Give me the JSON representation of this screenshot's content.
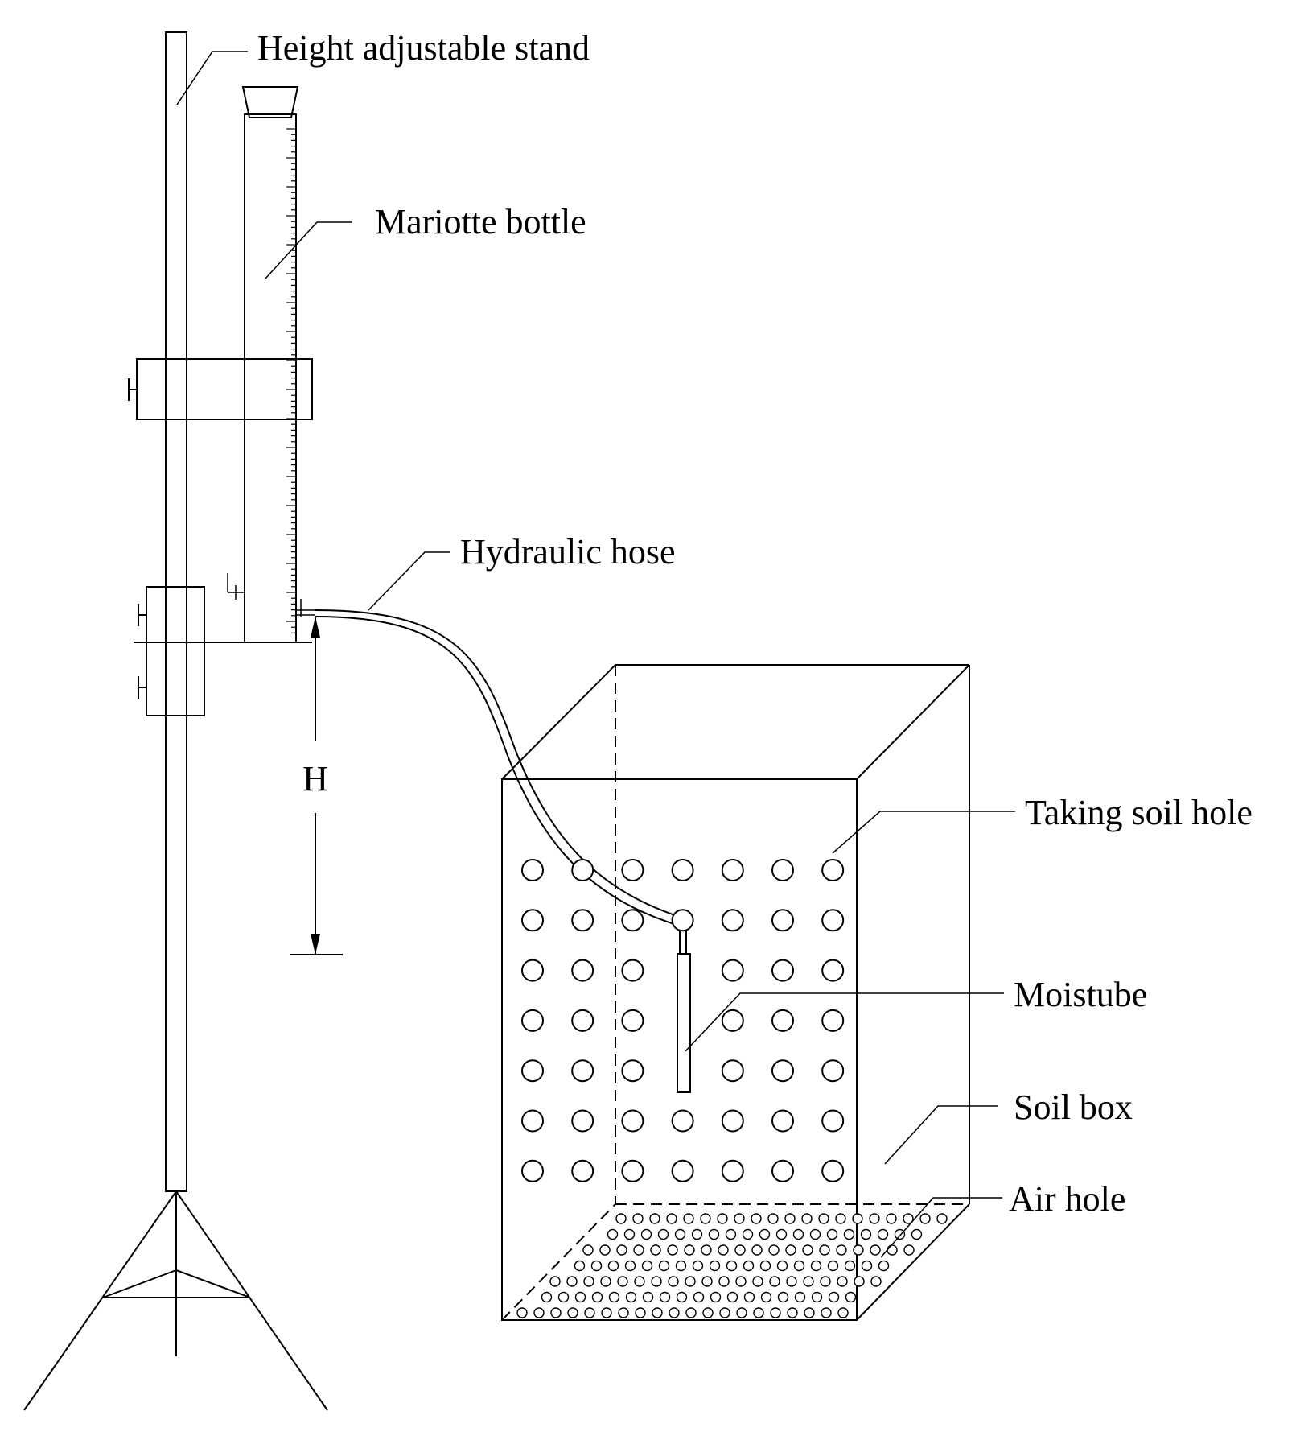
{
  "labels": {
    "stand": "Height adjustable stand",
    "bottle": "Mariotte bottle",
    "hose": "Hydraulic hose",
    "head": "H",
    "soil_hole": "Taking soil hole",
    "moistube": "Moistube",
    "soil_box": "Soil box",
    "air_hole": "Air hole"
  },
  "soil_holes": {
    "rows": 7,
    "cols": 7
  }
}
